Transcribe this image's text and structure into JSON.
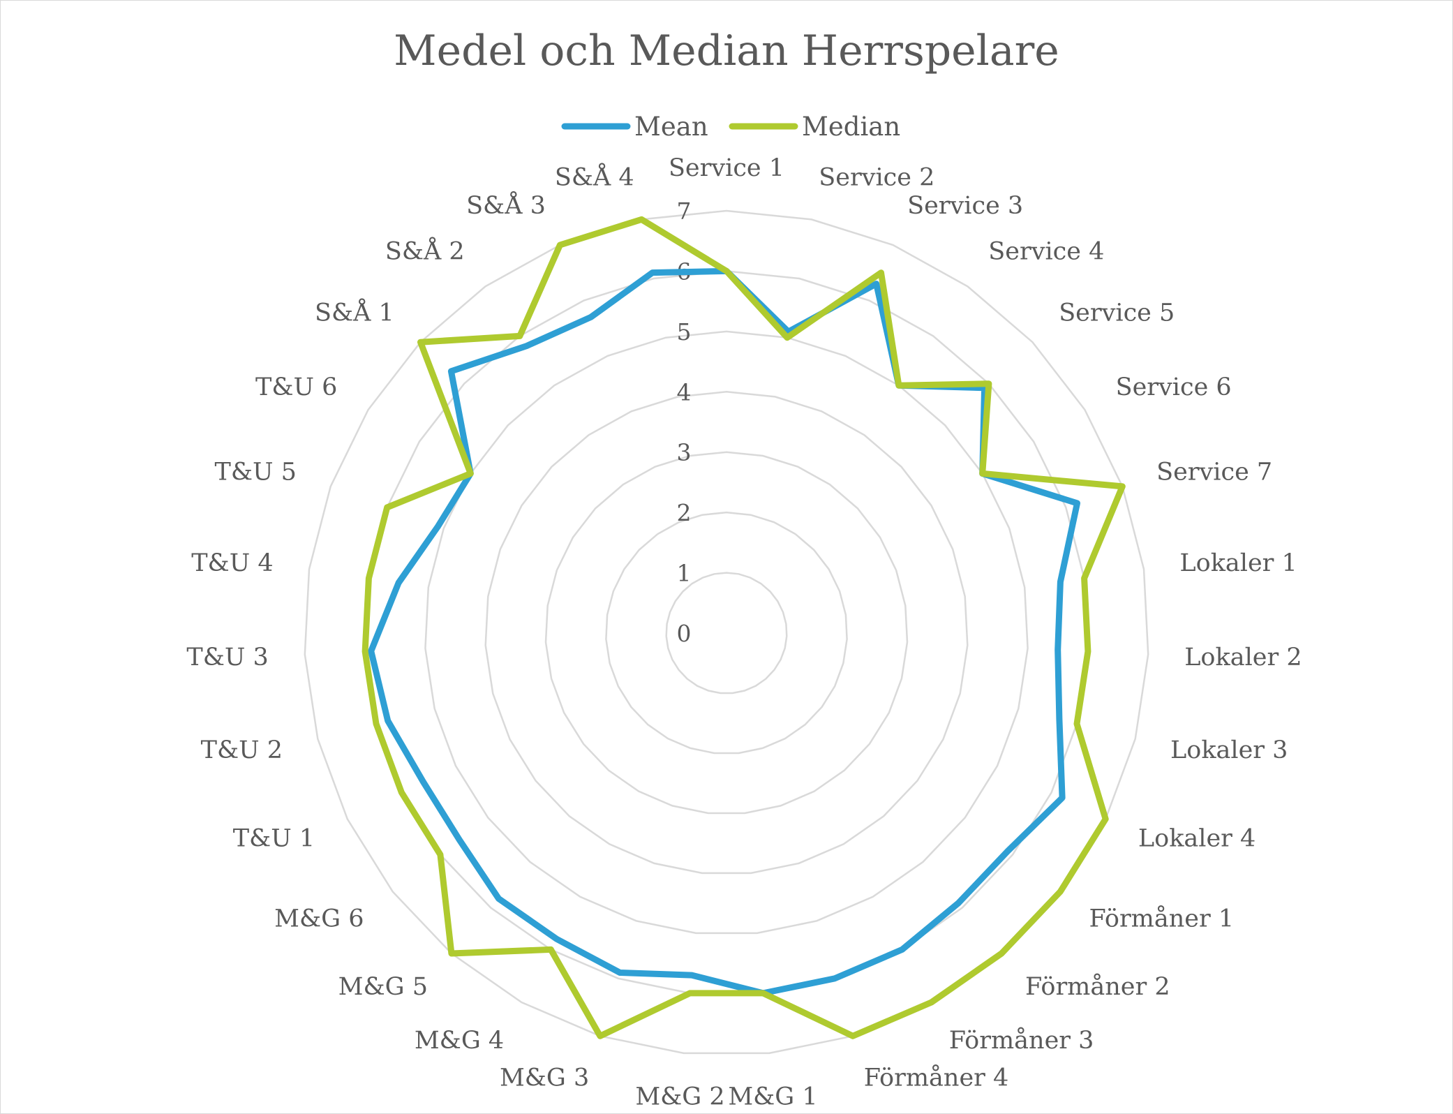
{
  "chart_data": {
    "type": "radar",
    "title": "Medel och Median Herrspelare",
    "categories": [
      "Service 1",
      "Service 2",
      "Service 3",
      "Service 4",
      "Service 5",
      "Service 6",
      "Service 7",
      "Lokaler 1",
      "Lokaler 2",
      "Lokaler 3",
      "Lokaler 4",
      "Förmåner 1",
      "Förmåner 2",
      "Förmåner 3",
      "Förmåner 4",
      "M&G 1",
      "M&G 2",
      "M&G 3",
      "M&G 4",
      "M&G 5",
      "M&G 6",
      "T&U 1",
      "T&U 2",
      "T&U 3",
      "T&U 4",
      "T&U 5",
      "T&U 6",
      "S&Å 1",
      "S&Å 2",
      "S&Å 3",
      "S&Å 4"
    ],
    "rlim": [
      0,
      7
    ],
    "ticks": [
      "0",
      "1",
      "2",
      "3",
      "4",
      "5",
      "6",
      "7"
    ],
    "grid": true,
    "legend_position": "top",
    "series": [
      {
        "name": "Mean",
        "color": "#2e9fd4",
        "values": [
          6.0,
          5.1,
          6.3,
          5.0,
          5.9,
          5.0,
          6.2,
          5.6,
          5.5,
          5.7,
          6.2,
          5.9,
          5.9,
          6.0,
          6.0,
          6.0,
          5.7,
          5.9,
          5.8,
          5.8,
          5.6,
          5.6,
          5.8,
          5.9,
          5.5,
          5.1,
          5.0,
          6.3,
          5.8,
          5.7,
          6.1
        ]
      },
      {
        "name": "Median",
        "color": "#afca2f",
        "values": [
          6.0,
          5.0,
          6.5,
          5.0,
          6.0,
          5.0,
          7.0,
          6.0,
          6.0,
          6.0,
          7.0,
          7.0,
          7.0,
          7.0,
          7.0,
          6.0,
          6.0,
          7.0,
          6.0,
          7.0,
          6.0,
          6.0,
          6.0,
          6.0,
          6.0,
          6.0,
          5.0,
          7.0,
          6.0,
          7.0,
          7.0
        ]
      }
    ]
  }
}
